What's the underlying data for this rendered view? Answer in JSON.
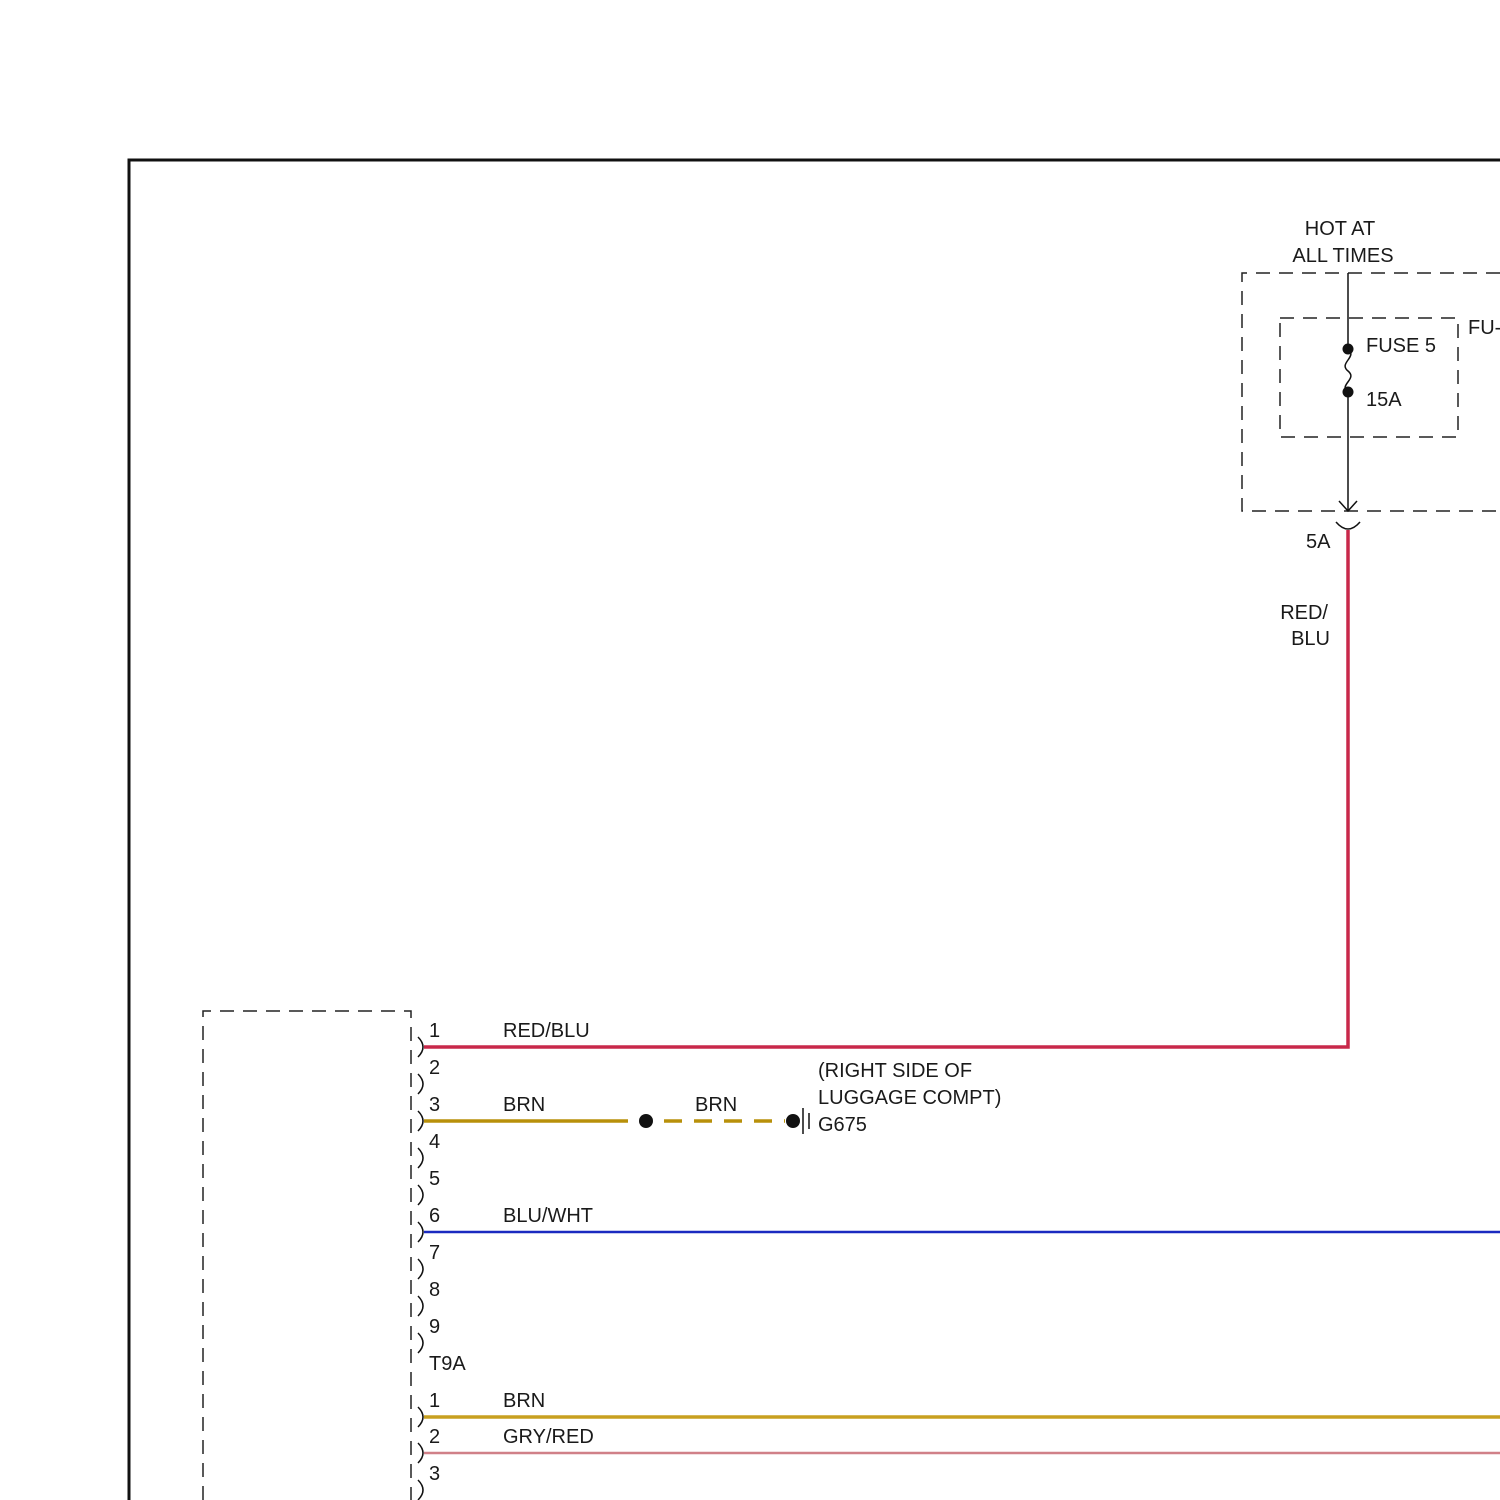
{
  "power_source": {
    "line1": "HOT AT",
    "line2": "ALL TIMES"
  },
  "fuse_block": {
    "label": "FU-",
    "fuse_name": "FUSE 5",
    "fuse_rating": "15A",
    "connector_pin": "5A"
  },
  "vertical_wire": {
    "label_line1": "RED/",
    "label_line2": "BLU",
    "color": "#c8284a"
  },
  "ground": {
    "note_line1": "(RIGHT SIDE OF",
    "note_line2": "LUGGAGE COMPT)",
    "id": "G675"
  },
  "connector_a": {
    "pins": [
      "1",
      "2",
      "3",
      "4",
      "5",
      "6",
      "7",
      "8",
      "9"
    ],
    "name": "T9A"
  },
  "connector_b": {
    "pins": [
      "1",
      "2",
      "3"
    ]
  },
  "wires": {
    "pin1": {
      "label": "RED/BLU",
      "color": "#c8284a"
    },
    "pin3": {
      "label": "BRN",
      "ground_label": "BRN",
      "color": "#b8900a"
    },
    "pin6": {
      "label": "BLU/WHT",
      "color": "#1a2ac0"
    },
    "b_pin1": {
      "label": "BRN",
      "color": "#c8a020"
    },
    "b_pin2": {
      "label": "GRY/RED",
      "color": "#d08088"
    }
  }
}
